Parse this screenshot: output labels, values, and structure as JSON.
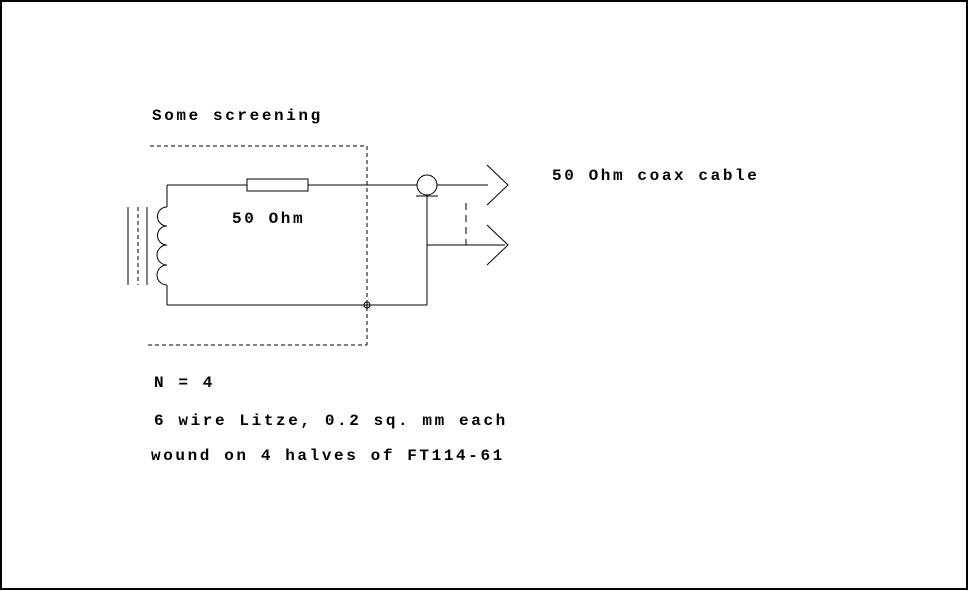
{
  "labels": {
    "screening": "Some screening",
    "resistor": "50 Ohm",
    "coax": "50 Ohm coax cable"
  },
  "notes": {
    "turns": "N = 4",
    "wire": "6 wire Litze, 0.2 sq. mm each",
    "core": "wound on 4 halves of FT114-61"
  },
  "colors": {
    "ink": "#000000",
    "background": "#ffffff"
  }
}
